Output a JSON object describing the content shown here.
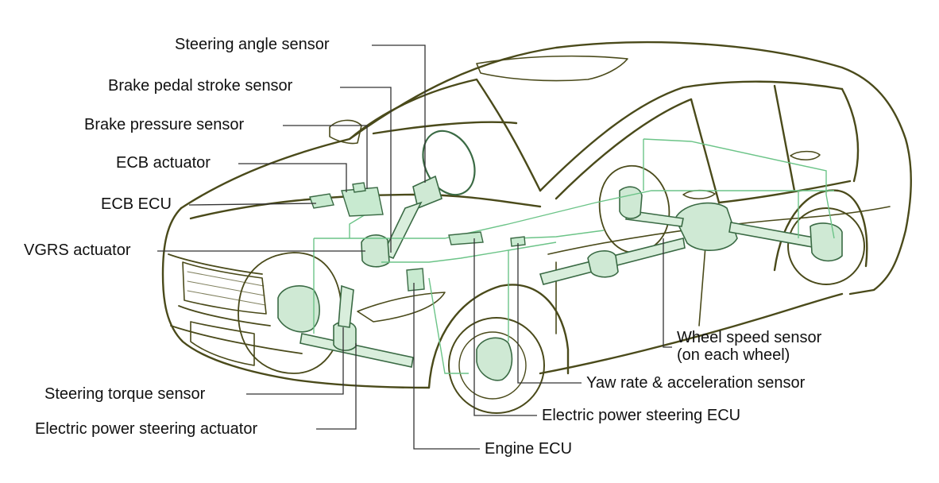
{
  "diagram": {
    "labels": {
      "steering_angle_sensor": "Steering angle sensor",
      "brake_pedal_stroke_sensor": "Brake pedal stroke sensor",
      "brake_pressure_sensor": "Brake pressure sensor",
      "ecb_actuator": "ECB actuator",
      "ecb_ecu": "ECB ECU",
      "vgrs_actuator": "VGRS actuator",
      "steering_torque_sensor": "Steering torque sensor",
      "eps_actuator": "Electric power steering actuator",
      "wheel_speed_sensor_line1": "Wheel speed sensor",
      "wheel_speed_sensor_line2": "(on each wheel)",
      "yaw_rate_sensor": "Yaw rate & acceleration sensor",
      "eps_ecu": "Electric power steering ECU",
      "engine_ecu": "Engine ECU"
    },
    "colors": {
      "outline": "#4a4a1a",
      "component_fill": "#c8ead0",
      "component_stroke": "#3a6a44",
      "wiring": "#6cc488",
      "leader": "#333333",
      "label_text": "#111111"
    }
  }
}
